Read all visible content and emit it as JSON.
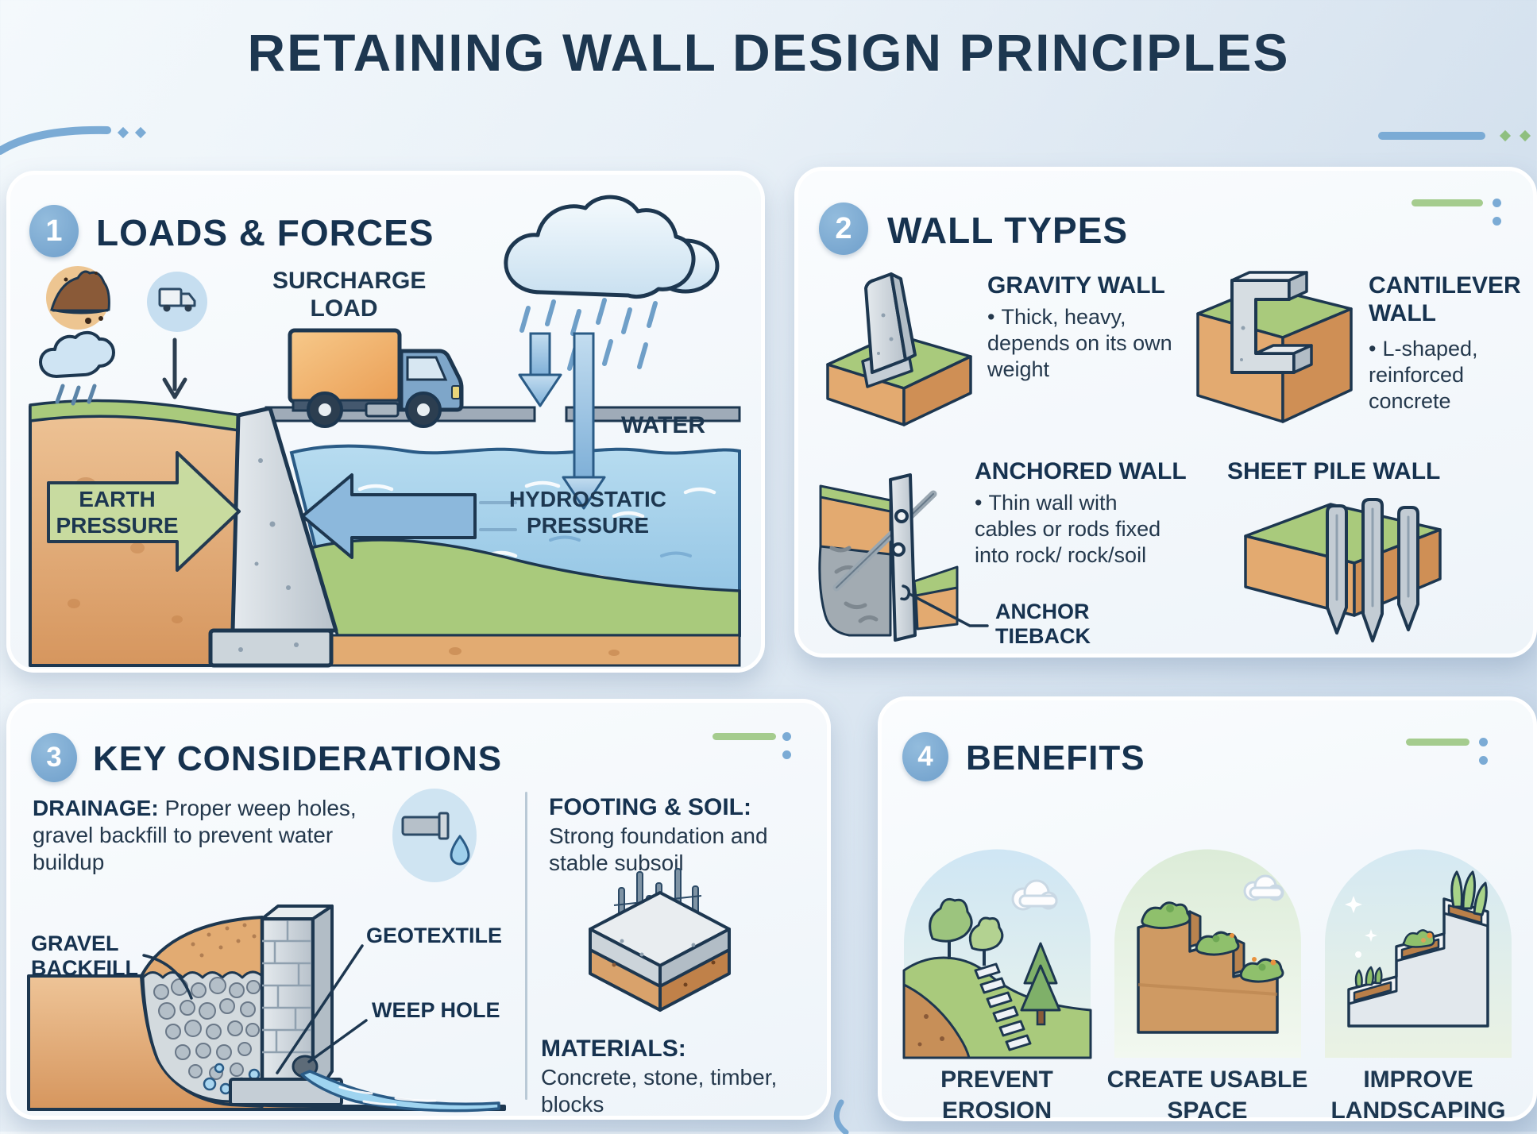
{
  "page": {
    "title": "RETAINING WALL DESIGN PRINCIPLES"
  },
  "panel1": {
    "number": "1",
    "title": "LOADS & FORCES",
    "surcharge_label": "SURCHARGE LOAD",
    "water_label": "WATER",
    "earth_pressure_label": "EARTH PRESSURE",
    "hydrostatic_label": "HYDROSTATIC PRESSURE"
  },
  "panel2": {
    "number": "2",
    "title": "WALL TYPES",
    "bullet": "•",
    "gravity": {
      "name": "GRAVITY WALL",
      "desc": "Thick, heavy, depends on its own weight"
    },
    "cantilever": {
      "name": "CANTILEVER WALL",
      "desc": "L-shaped, reinforced concrete"
    },
    "anchored": {
      "name": "ANCHORED WALL",
      "desc": "Thin wall with cables or rods fixed into rock/ rock/soil",
      "callout": "ANCHOR TIEBACK"
    },
    "sheetpile": {
      "name": "SHEET PILE WALL"
    }
  },
  "panel3": {
    "number": "3",
    "title": "KEY CONSIDERATIONS",
    "drainage_term": "DRAINAGE:",
    "drainage_desc": "Proper weep holes, gravel backfill to prevent water buildup",
    "gravel_label": "GRAVEL BACKFILL",
    "geotextile_label": "GEOTEXTILE",
    "weep_label": "WEEP HOLE",
    "footing_term": "FOOTING & SOIL:",
    "footing_desc": "Strong foundation and stable subsoil",
    "materials_term": "MATERIALS:",
    "materials_desc": "Concrete, stone, timber, blocks"
  },
  "panel4": {
    "number": "4",
    "title": "BENEFITS",
    "items": [
      {
        "caption": "PREVENT EROSION"
      },
      {
        "caption": "CREATE USABLE SPACE"
      },
      {
        "caption": "IMPROVE LANDSCAPING"
      }
    ]
  },
  "icons": {
    "soil-icon": "soil-mound",
    "truck-icon": "truck",
    "rain-cloud-icon": "cloud-with-rain",
    "down-arrow-icon": "arrow-down",
    "pipe-drip-icon": "pipe-with-droplet",
    "sparkle-icon": "sparkle"
  },
  "colors": {
    "heading_navy": "#16324f",
    "badge_blue": "#6f9fcb",
    "accent_green": "#a5cc8e",
    "accent_blue": "#7babd5",
    "earth_arrow_green": "#c8dda1",
    "water_blue": "#9cc9e6",
    "soil_tan": "#e2ab72"
  }
}
